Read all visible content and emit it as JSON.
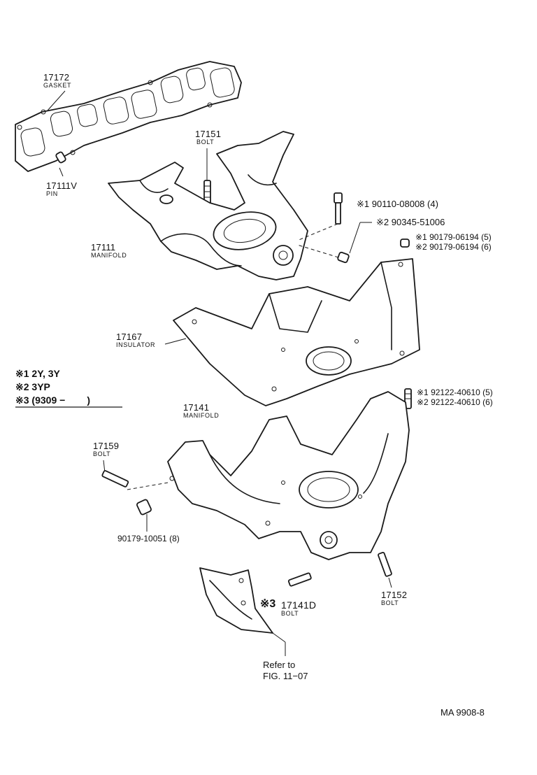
{
  "labels": {
    "gasket": {
      "num": "17172",
      "name": "GASKET"
    },
    "pin": {
      "num": "17111V",
      "name": "PIN"
    },
    "bolt_17151": {
      "num": "17151",
      "name": "BOLT"
    },
    "manifold_17111": {
      "num": "17111",
      "name": "MANIFOLD"
    },
    "insulator": {
      "num": "17167",
      "name": "INSULATOR"
    },
    "manifold_17141": {
      "num": "17141",
      "name": "MANIFOLD"
    },
    "bolt_17159": {
      "num": "17159",
      "name": "BOLT"
    },
    "nut_90179": {
      "text": "90179-10051 (8)"
    },
    "bolt_17152": {
      "num": "17152",
      "name": "BOLT"
    },
    "bolt_17141d": {
      "mark": "※3",
      "num": "17141D",
      "name": "BOLT"
    },
    "ref1": "Refer to",
    "ref2": "FIG. 11−07",
    "bolt_90110": "※1 90110-08008 (4)",
    "washer_90345": "※2 90345-51006",
    "nut_1": "※1 90179-06194 (5)",
    "nut_2": "※2 90179-06194 (6)",
    "stud_1": "※1 92122-40610 (5)",
    "stud_2": "※2 92122-40610 (6)"
  },
  "legend": [
    {
      "mark": "※1",
      "text": "2Y, 3Y"
    },
    {
      "mark": "※2",
      "text": "3YP"
    },
    {
      "mark": "※3",
      "text": "(9309 −        )"
    }
  ],
  "footer_code": "MA 9908-8"
}
